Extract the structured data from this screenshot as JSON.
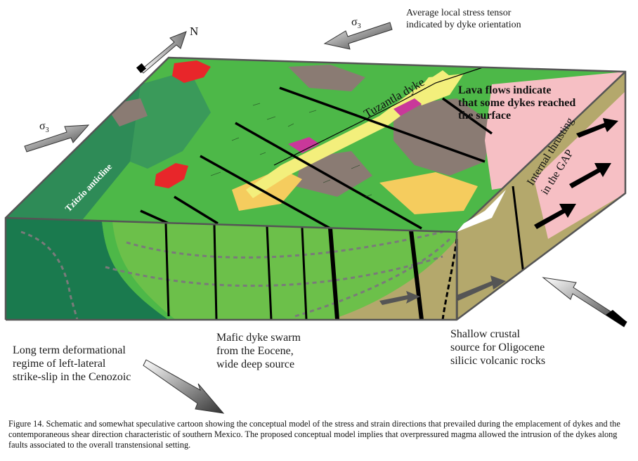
{
  "labels": {
    "north": "N",
    "sigma_top": "σ",
    "sigma_left": "σ",
    "sigma_sub": "3",
    "stress_tensor": [
      "Average local stress tensor",
      "indicated by dyke orientation"
    ],
    "tuzantla": "Tuzantla dyke",
    "lava_flows": [
      "Lava flows indicate",
      "that some dykes reached",
      "the surface"
    ],
    "tzitzio": "Tzitzio anticline",
    "internal_thrusting": [
      "Internal thrusting",
      "in the GAP"
    ],
    "long_term": [
      "Long term deformational",
      "regime of left-lateral",
      "strike-slip in the Cenozoic"
    ],
    "mafic": [
      "Mafic dyke swarm",
      "from the Eocene,",
      "wide deep source"
    ],
    "shallow": [
      "Shallow crustal",
      "source for Oligocene",
      "silicic volcanic rocks"
    ]
  },
  "caption": "Figure 14. Schematic and somewhat speculative cartoon showing the conceptual model of the stress and strain directions that prevailed during the emplacement of dykes and the contemporaneous shear direction characteristic of southern Mexico. The proposed conceptual model implies that overpressured magma allowed the intrusion of the dykes along faults associated to the overall transtensional setting.",
  "colors": {
    "green": "#4db848",
    "dark_green": "#1a7a4e",
    "mid_green": "#2e8b57",
    "light_green": "#6cc04a",
    "red": "#e8262a",
    "gray_brown": "#8a7b73",
    "yellow": "#f5cc5e",
    "pale_yellow": "#f3ef7c",
    "magenta": "#c9389a",
    "pink": "#f6bfc4",
    "khaki": "#b4a86c",
    "black": "#000000"
  }
}
